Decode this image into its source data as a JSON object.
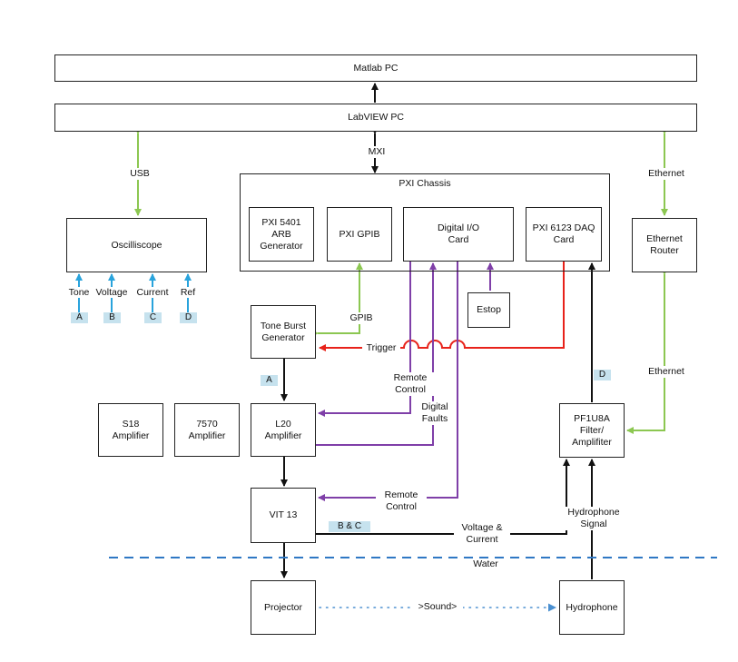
{
  "colors": {
    "usb": "#8cc751",
    "blue": "#29a3dc",
    "purple": "#7f3fa8",
    "red": "#e8221a",
    "black": "#111111",
    "water": "#2f78c4",
    "sound": "#4a8fd0",
    "tag_bg": "#c6e2ee"
  },
  "boxes": {
    "matlab_pc": "Matlab PC",
    "labview_pc": "LabVIEW PC",
    "pxi_chassis": "PXI Chassis",
    "pxi_5401": "PXI 5401\nARB\nGenerator",
    "pxi_gpib": "PXI GPIB",
    "digital_io": "Digital I/O\nCard",
    "pxi_6123": "PXI 6123 DAQ\nCard",
    "oscilliscope": "Oscilliscope",
    "ethernet_router": "Ethernet\nRouter",
    "estop": "Estop",
    "tone_burst": "Tone Burst\nGenerator",
    "s18": "S18\nAmplifier",
    "a7570": "7570\nAmplifier",
    "l20": "L20\nAmplifier",
    "vit13": "VIT 13",
    "pf1u8a": "PF1U8A\nFilter/\nAmplifiter",
    "projector": "Projector",
    "hydrophone": "Hydrophone"
  },
  "labels": {
    "usb": "USB",
    "mxi": "MXI",
    "ethernet_top": "Ethernet",
    "ethernet_mid": "Ethernet",
    "gpib": "GPIB",
    "trigger": "Trigger",
    "remote_control_1": "Remote\nControl",
    "digital_faults": "Digital\nFaults",
    "remote_control_2": "Remote\nControl",
    "voltage_current": "Voltage &\nCurrent",
    "hydrophone_signal": "Hydrophone\nSignal",
    "water": "Water",
    "sound": ">Sound>"
  },
  "inputs": [
    {
      "name": "Tone",
      "tag": "A"
    },
    {
      "name": "Voltage",
      "tag": "B"
    },
    {
      "name": "Current",
      "tag": "C"
    },
    {
      "name": "Ref",
      "tag": "D"
    }
  ],
  "tags": {
    "tone_out": "A",
    "vit_out": "B & C",
    "pf_in": "D"
  }
}
